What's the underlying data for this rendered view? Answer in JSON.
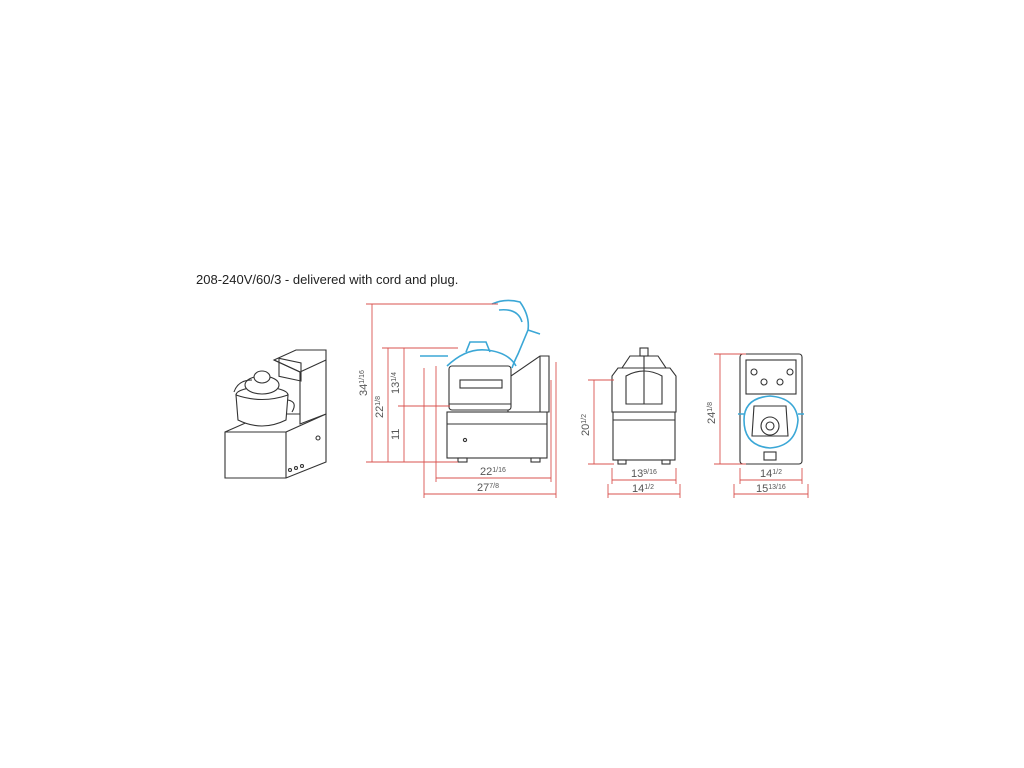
{
  "caption": "208-240V/60/3 - delivered with cord and plug.",
  "dimensions": {
    "side_total_height": {
      "whole": "34",
      "frac": "1/16"
    },
    "side_lid_height": {
      "whole": "22",
      "frac": "1/8"
    },
    "side_bowl_height": {
      "whole": "13",
      "frac": "1/4"
    },
    "side_base_height": {
      "whole": "11",
      "frac": ""
    },
    "side_depth": {
      "whole": "22",
      "frac": "1/16"
    },
    "side_overall_depth": {
      "whole": "27",
      "frac": "7/8"
    },
    "front_height": {
      "whole": "20",
      "frac": "1/2"
    },
    "front_width_inner": {
      "whole": "13",
      "frac": "9/16"
    },
    "front_width_outer": {
      "whole": "14",
      "frac": "1/2"
    },
    "top_height": {
      "whole": "24",
      "frac": "1/8"
    },
    "top_width_inner": {
      "whole": "14",
      "frac": "1/2"
    },
    "top_width_outer": {
      "whole": "15",
      "frac": "13/16"
    }
  },
  "colors": {
    "dimension_line": "#d9534f",
    "lid_outline": "#3ba7d6",
    "outline": "#333333"
  },
  "views": [
    "perspective-view",
    "side-view",
    "front-view",
    "rear-view"
  ]
}
